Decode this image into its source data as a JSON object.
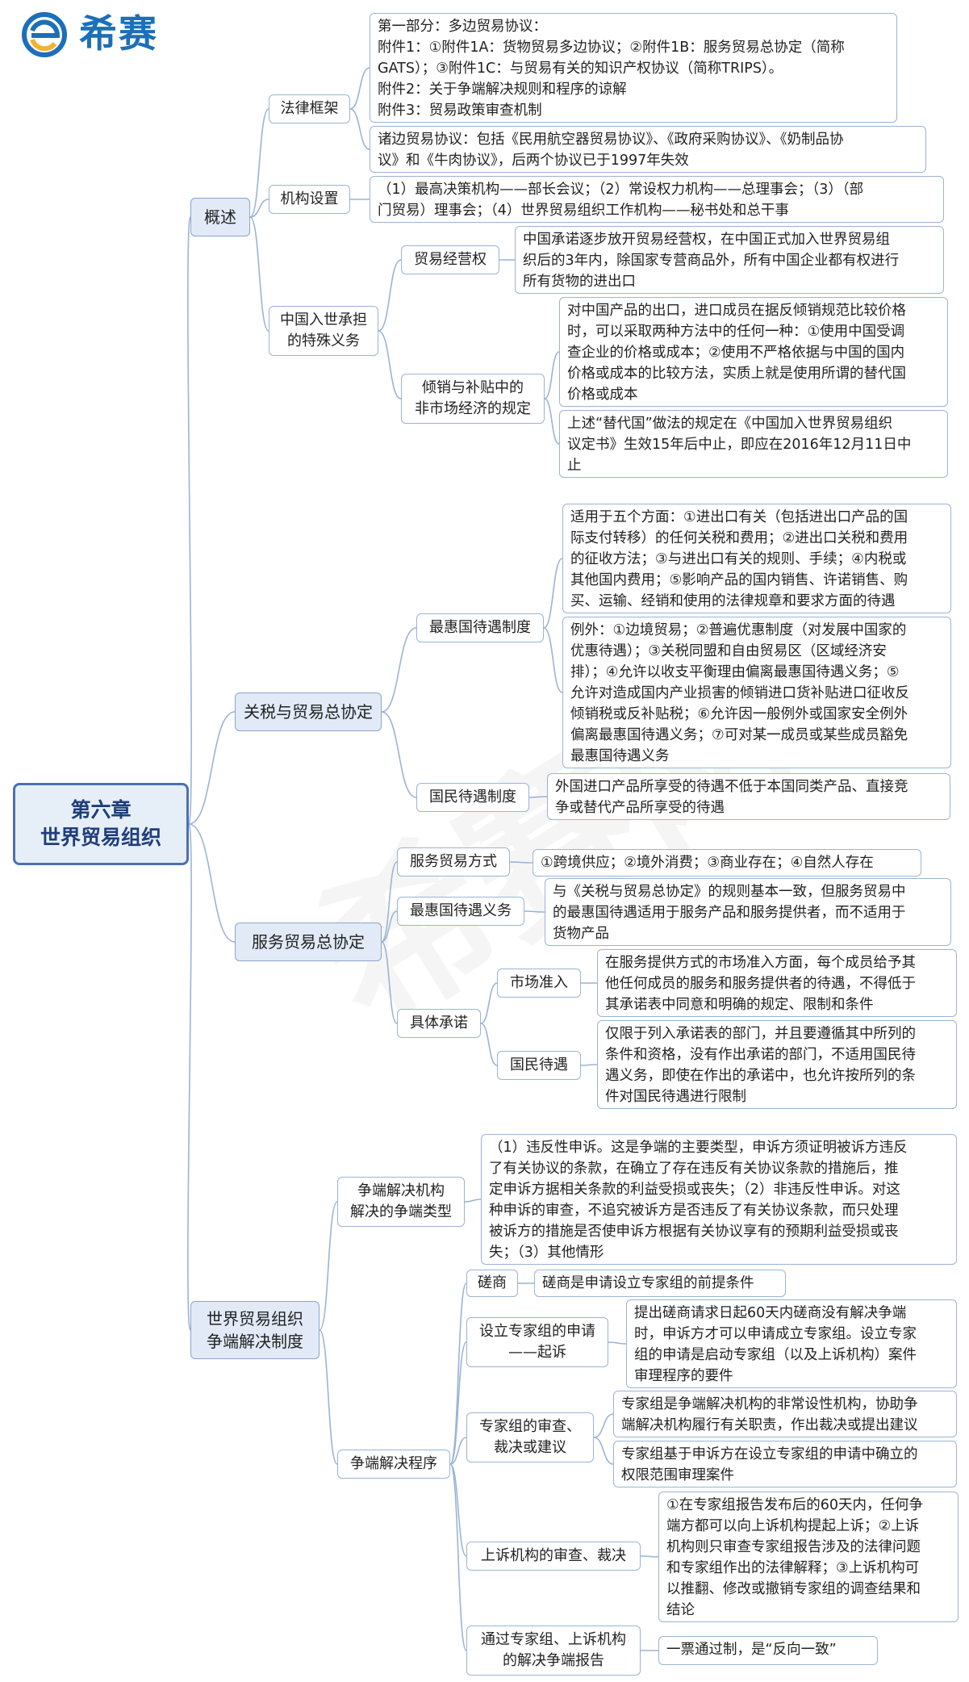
{
  "brand": {
    "logo_text": "希赛",
    "logo_icon": "e-circle-icon",
    "accent": "#1c6fb8"
  },
  "watermark": "希赛网",
  "colors": {
    "line": "#9bb4d4",
    "node_border": "#9bb4d4",
    "root_border": "#4a72b0",
    "root_fill": "#e6eef8",
    "l1_fill": "#e1eaf6"
  },
  "root": {
    "line1": "第六章",
    "line2": "世界贸易组织"
  },
  "l1": {
    "overview": "概述",
    "gatt": "关税与贸易总协定",
    "gats": "服务贸易总协定",
    "dispute": [
      "世界贸易组织",
      "争端解决制度"
    ]
  },
  "overview": {
    "legal": {
      "label": "法律框架",
      "multi": [
        "第一部分：多边贸易协议：",
        "附件1：①附件1A：货物贸易多边协议；②附件1B：服务贸易总协定（简称",
        "GATS）；③附件1C：与贸易有关的知识产权协议（简称TRIPS）。",
        "附件2：关于争端解决规则和程序的谅解",
        "附件3：贸易政策审查机制"
      ],
      "pluri": [
        "诸边贸易协议：包括《民用航空器贸易协议》、《政府采购协议》、《奶制品协",
        "议》和《牛肉协议》，后两个协议已于1997年失效"
      ]
    },
    "institution": {
      "label": "机构设置",
      "text": [
        "（1）最高决策机构——部长会议；（2）常设权力机构——总理事会；（3）（部",
        "门贸易）理事会；（4）世界贸易组织工作机构——秘书处和总干事"
      ]
    },
    "china": {
      "label": [
        "中国入世承担",
        "的特殊义务"
      ],
      "trading": {
        "label": "贸易经营权",
        "text": [
          "中国承诺逐步放开贸易经营权，在中国正式加入世界贸易组",
          "织后的3年内，除国家专营商品外，所有中国企业都有权进行",
          "所有货物的进出口"
        ]
      },
      "dumping": {
        "label": [
          "倾销与补贴中的",
          "非市场经济的规定"
        ],
        "text1": [
          "对中国产品的出口，进口成员在据反倾销规范比较价格",
          "时，可以采取两种方法中的任何一种：①使用中国受调",
          "查企业的价格或成本；②使用不严格依据与中国的国内",
          "价格或成本的比较方法，实质上就是使用所谓的替代国",
          "价格或成本"
        ],
        "text2": [
          "上述“替代国”做法的规定在《中国加入世界贸易组织",
          "议定书》生效15年后中止，即应在2016年12月11日中",
          "止"
        ]
      }
    }
  },
  "gatt": {
    "mfn": {
      "label": "最惠国待遇制度",
      "scope": [
        "适用于五个方面：①进出口有关（包括进出口产品的国",
        "际支付转移）的任何关税和费用；②进出口关税和费用",
        "的征收方法；③与进出口有关的规则、手续；④内税或",
        "其他国内费用；⑤影响产品的国内销售、许诺销售、购",
        "买、运输、经销和使用的法律规章和要求方面的待遇"
      ],
      "exceptions": [
        "例外：①边境贸易；②普遍优惠制度（对发展中国家的",
        "优惠待遇）；③关税同盟和自由贸易区（区域经济安",
        "排）；④允许以收支平衡理由偏离最惠国待遇义务；⑤",
        "允许对造成国内产业损害的倾销进口货补贴进口征收反",
        "倾销税或反补贴税；⑥允许因一般例外或国家安全例外",
        "偏离最惠国待遇义务；⑦可对某一成员或某些成员豁免",
        "最惠国待遇义务"
      ]
    },
    "national": {
      "label": "国民待遇制度",
      "text": [
        "外国进口产品所享受的待遇不低于本国同类产品、直接竞",
        "争或替代产品所享受的待遇"
      ]
    }
  },
  "gats": {
    "modes": {
      "label": "服务贸易方式",
      "text": [
        "①跨境供应；②境外消费；③商业存在；④自然人存在"
      ]
    },
    "mfn": {
      "label": "最惠国待遇义务",
      "text": [
        "与《关税与贸易总协定》的规则基本一致，但服务贸易中",
        "的最惠国待遇适用于服务产品和服务提供者，而不适用于",
        "货物产品"
      ]
    },
    "commit": {
      "label": "具体承诺",
      "market": {
        "label": "市场准入",
        "text": [
          "在服务提供方式的市场准入方面，每个成员给予其",
          "他任何成员的服务和服务提供者的待遇，不得低于",
          "其承诺表中同意和明确的规定、限制和条件"
        ]
      },
      "national": {
        "label": "国民待遇",
        "text": [
          "仅限于列入承诺表的部门，并且要遵循其中所列的",
          "条件和资格，没有作出承诺的部门，不适用国民待",
          "遇义务，即使在作出的承诺中，也允许按所列的条",
          "件对国民待遇进行限制"
        ]
      }
    }
  },
  "dispute": {
    "types": {
      "label": [
        "争端解决机构",
        "解决的争端类型"
      ],
      "text": [
        "（1）违反性申诉。这是争端的主要类型，申诉方须证明被诉方违反",
        "了有关协议的条款，在确立了存在违反有关协议条款的措施后，推",
        "定申诉方据相关条款的利益受损或丧失；（2）非违反性申诉。对这",
        "种申诉的审查，不追究被诉方是否违反了有关协议条款，而只处理",
        "被诉方的措施是否使申诉方根据有关协议享有的预期利益受损或丧",
        "失；（3）其他情形"
      ]
    },
    "procedure": {
      "label": "争端解决程序",
      "consult": {
        "label": "磋商",
        "text": [
          "磋商是申请设立专家组的前提条件"
        ]
      },
      "panel_req": {
        "label": [
          "设立专家组的申请",
          "——起诉"
        ],
        "text": [
          "提出磋商请求日起60天内磋商没有解决争端",
          "时，申诉方才可以申请成立专家组。设立专家",
          "组的申请是启动专家组（以及上诉机构）案件",
          "审理程序的要件"
        ]
      },
      "panel_review": {
        "label": [
          "专家组的审查、",
          "裁决或建议"
        ],
        "text1": [
          "专家组是争端解决机构的非常设性机构，协助争",
          "端解决机构履行有关职责，作出裁决或提出建议"
        ],
        "text2": [
          "专家组基于申诉方在设立专家组的申请中确立的",
          "权限范围审理案件"
        ]
      },
      "appeal": {
        "label": "上诉机构的审查、裁决",
        "text": [
          "①在专家组报告发布后的60天内，任何争",
          "端方都可以向上诉机构提起上诉；②上诉",
          "机构则只审查专家组报告涉及的法律问题",
          "和专家组作出的法律解释；③上诉机构可",
          "以推翻、修改或撤销专家组的调查结果和",
          "结论"
        ]
      },
      "adopt": {
        "label": [
          "通过专家组、上诉机构",
          "的解决争端报告"
        ],
        "text": [
          "一票通过制，是“反向一致”"
        ]
      }
    }
  }
}
